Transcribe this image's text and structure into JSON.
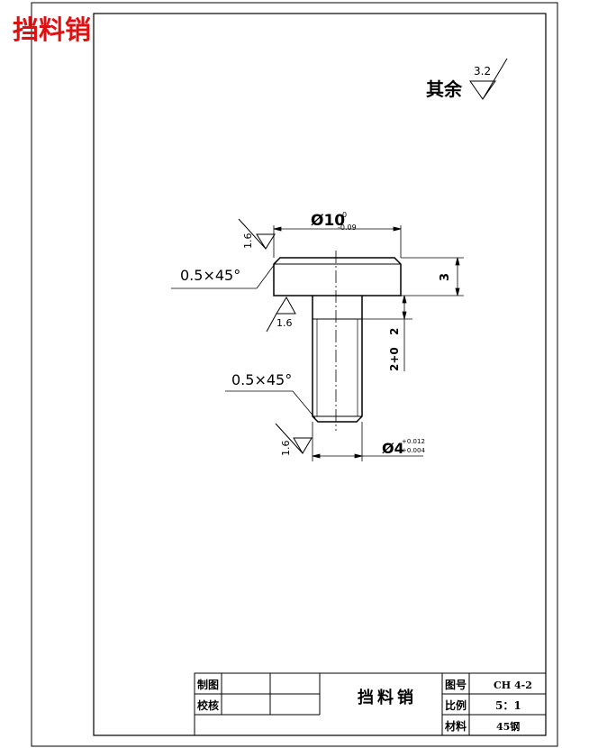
{
  "header_title": "挡料销",
  "surface_finish": {
    "remaining_label": "其余",
    "remaining_value": "3.2",
    "face_top_value": "1.6",
    "face_bottom_value": "1.6",
    "pin_end_value": "1.6"
  },
  "dimensions": {
    "head_diameter": "Ø10",
    "head_tol_upper": "0",
    "head_tol_lower": "-0.09",
    "head_thickness": "3",
    "chamfer_top": "0.5×45°",
    "chamfer_bottom": "0.5×45°",
    "shank_length": "2",
    "shank_length_tol": "2+0",
    "pin_diameter": "Ø4",
    "pin_tol_upper": "+0.012",
    "pin_tol_lower": "+0.004"
  },
  "title_block": {
    "drawn_label": "制图",
    "checked_label": "校核",
    "part_name": "挡料销",
    "drawing_no_label": "图号",
    "drawing_no_value": "CH 4-2",
    "scale_label": "比例",
    "scale_value": "5：1",
    "material_label": "材料",
    "material_value": "45钢"
  },
  "colors": {
    "header_title": "#e01010",
    "lines": "#000000"
  }
}
